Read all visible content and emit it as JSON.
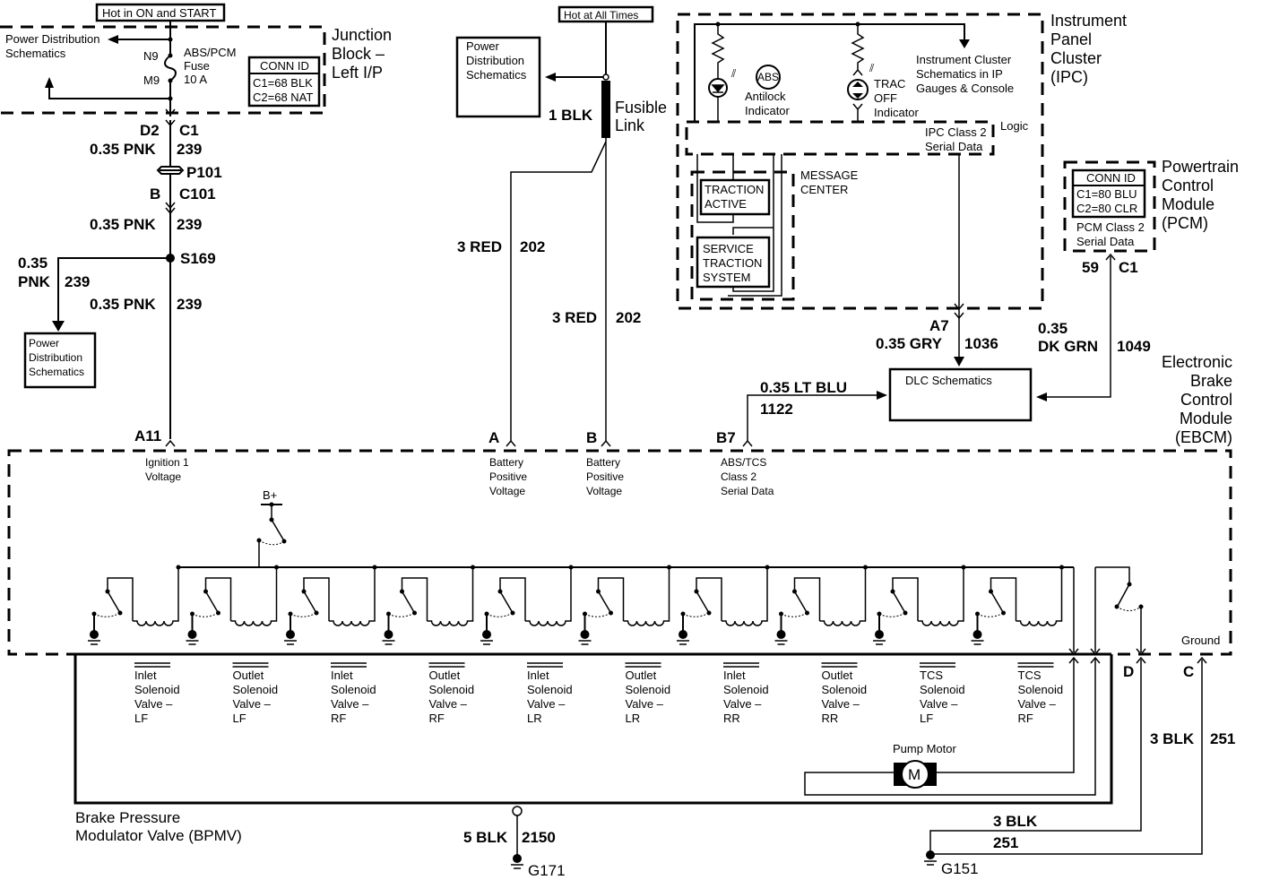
{
  "title": "ABS/TCS Electronic Brake Control Module Wiring Schematic",
  "junction_block": {
    "source_label": "Hot in ON and START",
    "name": [
      "Junction",
      "Block –",
      "Left I/P"
    ],
    "power_dist": [
      "Power Distribution",
      "Schematics"
    ],
    "fuse_pins": [
      "N9",
      "M9"
    ],
    "fuse_label": [
      "ABS/PCM",
      "Fuse",
      "10 A"
    ],
    "conn_id": {
      "header": "CONN ID",
      "lines": [
        "C1=68 BLK",
        "C2=68 NAT"
      ]
    }
  },
  "ignition_circuit": {
    "connector_top": {
      "pin": "D2",
      "conn": "C1"
    },
    "wire1": {
      "gauge_color": "0.35 PNK",
      "circuit": "239"
    },
    "pass_through": "P101",
    "connector_mid": {
      "pin": "B",
      "conn": "C101"
    },
    "wire2": {
      "gauge_color": "0.35 PNK",
      "circuit": "239"
    },
    "splice": "S169",
    "branch_wire": {
      "gauge": "0.35",
      "color": "PNK",
      "circuit": "239"
    },
    "branch_target": [
      "Power",
      "Distribution",
      "Schematics"
    ],
    "wire3": {
      "gauge_color": "0.35 PNK",
      "circuit": "239"
    },
    "ebcm_pin": "A11",
    "ebcm_label": [
      "Ignition 1",
      "Voltage"
    ]
  },
  "battery_circuit": {
    "source_label": "Hot at All Times",
    "power_dist": [
      "Power",
      "Distribution",
      "Schematics"
    ],
    "fusible_link_wire": "1 BLK",
    "fusible_link_label": [
      "Fusible",
      "Link"
    ],
    "wire_a": {
      "gauge_color": "3 RED",
      "circuit": "202",
      "pin": "A"
    },
    "wire_b": {
      "gauge_color": "3 RED",
      "circuit": "202",
      "pin": "B"
    },
    "ebcm_label": [
      "Battery",
      "Positive",
      "Voltage"
    ]
  },
  "ipc": {
    "name": [
      "Instrument",
      "Panel",
      "Cluster",
      "(IPC)"
    ],
    "abs_icon_text": "ABS",
    "antilock_label": [
      "Antilock",
      "Indicator"
    ],
    "trac_off_label": [
      "TRAC",
      "OFF",
      "Indicator"
    ],
    "ic_schematics": [
      "Instrument Cluster",
      "Schematics in IP",
      "Gauges & Console"
    ],
    "logic_label": "Logic",
    "serial_data": [
      "IPC Class 2",
      "Serial Data"
    ],
    "message_center": [
      "MESSAGE",
      "CENTER"
    ],
    "traction_active": [
      "TRACTION",
      "ACTIVE"
    ],
    "service_traction": [
      "SERVICE",
      "TRACTION",
      "SYSTEM"
    ],
    "pin": "A7",
    "wire": {
      "gauge_color": "0.35 GRY",
      "circuit": "1036"
    }
  },
  "pcm": {
    "name": [
      "Powertrain",
      "Control",
      "Module",
      "(PCM)"
    ],
    "conn_id": {
      "header": "CONN ID",
      "lines": [
        "C1=80 BLU",
        "C2=80 CLR"
      ]
    },
    "serial_data": [
      "PCM Class 2",
      "Serial Data"
    ],
    "pin": "59",
    "conn": "C1",
    "wire": {
      "gauge": "0.35",
      "color": "DK GRN",
      "circuit": "1049"
    }
  },
  "dlc": {
    "label": "DLC Schematics",
    "wire": {
      "gauge_color": "0.35 LT BLU",
      "circuit": "1122"
    },
    "ebcm_pin": "B7",
    "ebcm_label": [
      "ABS/TCS",
      "Class 2",
      "Serial Data"
    ]
  },
  "ebcm": {
    "name": [
      "Electronic",
      "Brake",
      "Control",
      "Module",
      "(EBCM)"
    ],
    "bplus": "B+",
    "ground_label": "Ground",
    "pin_d": "D",
    "pin_c": "C"
  },
  "solenoids": [
    [
      "Inlet",
      "Solenoid",
      "Valve –",
      "LF"
    ],
    [
      "Outlet",
      "Solenoid",
      "Valve –",
      "LF"
    ],
    [
      "Inlet",
      "Solenoid",
      "Valve –",
      "RF"
    ],
    [
      "Outlet",
      "Solenoid",
      "Valve –",
      "RF"
    ],
    [
      "Inlet",
      "Solenoid",
      "Valve –",
      "LR"
    ],
    [
      "Outlet",
      "Solenoid",
      "Valve –",
      "LR"
    ],
    [
      "Inlet",
      "Solenoid",
      "Valve –",
      "RR"
    ],
    [
      "Outlet",
      "Solenoid",
      "Valve –",
      "RR"
    ],
    [
      "TCS",
      "Solenoid",
      "Valve –",
      "LF"
    ],
    [
      "TCS",
      "Solenoid",
      "Valve –",
      "RF"
    ]
  ],
  "bpmv": {
    "name": [
      "Brake Pressure",
      "Modulator Valve (BPMV)"
    ],
    "pump_label": "Pump Motor",
    "motor_symbol": "M",
    "ground_wire": {
      "gauge_color": "5 BLK",
      "circuit": "2150"
    },
    "ground": "G171"
  },
  "ebcm_ground": {
    "wire_vertical": {
      "gauge_color": "3 BLK",
      "circuit": "251"
    },
    "wire_horizontal": {
      "gauge_color": "3 BLK",
      "circuit": "251"
    },
    "ground": "G151"
  }
}
